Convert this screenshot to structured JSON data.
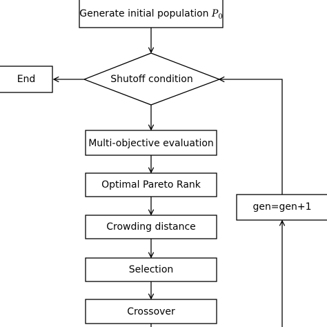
{
  "nodes": {
    "generate": {
      "label": "Generate initial population ",
      "var": "P",
      "sub": "0"
    },
    "shutoff": {
      "label": "Shutoff condition"
    },
    "end": {
      "label": "End"
    },
    "moe": {
      "label": "Multi-objective evaluation"
    },
    "pareto": {
      "label": "Optimal Pareto Rank"
    },
    "crowding": {
      "label": "Crowding distance"
    },
    "selection": {
      "label": "Selection"
    },
    "crossover": {
      "label": "Crossover"
    },
    "gen": {
      "label": "gen=gen+1"
    }
  }
}
